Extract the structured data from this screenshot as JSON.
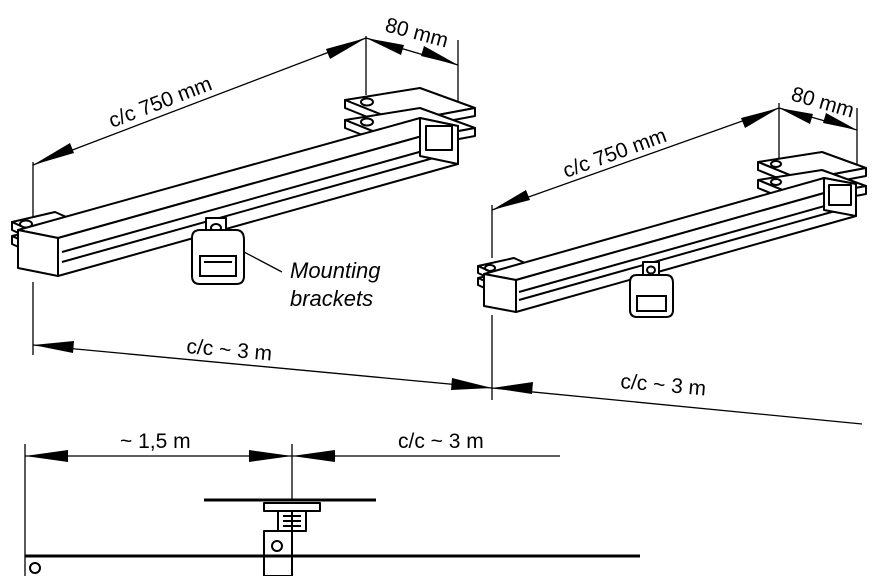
{
  "labels": {
    "left_cc_750": "c/c 750 mm",
    "left_80": "80 mm",
    "right_cc_750": "c/c 750 mm",
    "right_80": "80 mm",
    "mounting_brackets_line1": "Mounting",
    "mounting_brackets_line2": "brackets",
    "cc_3m_upper_left": "c/c ~ 3 m",
    "cc_3m_upper_right": "c/c ~ 3 m",
    "half_span": "~ 1,5 m",
    "cc_3m_lower": "c/c ~ 3 m"
  }
}
